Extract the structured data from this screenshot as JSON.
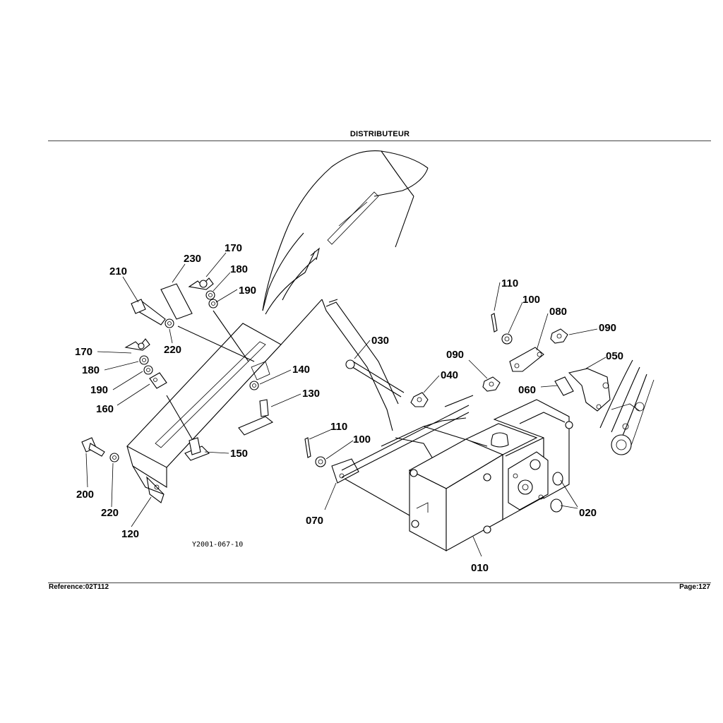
{
  "header": {
    "title": "DISTRIBUTEUR"
  },
  "footer": {
    "reference": "Reference:02T112",
    "page": "Page:127"
  },
  "drawing": {
    "code": "Y2001-067-10"
  },
  "callouts": [
    {
      "id": "c230a",
      "label": "230"
    },
    {
      "id": "c170a",
      "label": "170"
    },
    {
      "id": "c210",
      "label": "210"
    },
    {
      "id": "c180a",
      "label": "180"
    },
    {
      "id": "c190a",
      "label": "190"
    },
    {
      "id": "c220a",
      "label": "220"
    },
    {
      "id": "c170b",
      "label": "170"
    },
    {
      "id": "c180b",
      "label": "180"
    },
    {
      "id": "c190b",
      "label": "190"
    },
    {
      "id": "c160",
      "label": "160"
    },
    {
      "id": "c140",
      "label": "140"
    },
    {
      "id": "c130",
      "label": "130"
    },
    {
      "id": "c150",
      "label": "150"
    },
    {
      "id": "c200",
      "label": "200"
    },
    {
      "id": "c220b",
      "label": "220"
    },
    {
      "id": "c120",
      "label": "120"
    },
    {
      "id": "c030",
      "label": "030"
    },
    {
      "id": "c040",
      "label": "040"
    },
    {
      "id": "c090a",
      "label": "090"
    },
    {
      "id": "c110a",
      "label": "110"
    },
    {
      "id": "c100a",
      "label": "100"
    },
    {
      "id": "c080",
      "label": "080"
    },
    {
      "id": "c090b",
      "label": "090"
    },
    {
      "id": "c050",
      "label": "050"
    },
    {
      "id": "c060",
      "label": "060"
    },
    {
      "id": "c110b",
      "label": "110"
    },
    {
      "id": "c100b",
      "label": "100"
    },
    {
      "id": "c070",
      "label": "070"
    },
    {
      "id": "c020",
      "label": "020"
    },
    {
      "id": "c010",
      "label": "010"
    }
  ]
}
